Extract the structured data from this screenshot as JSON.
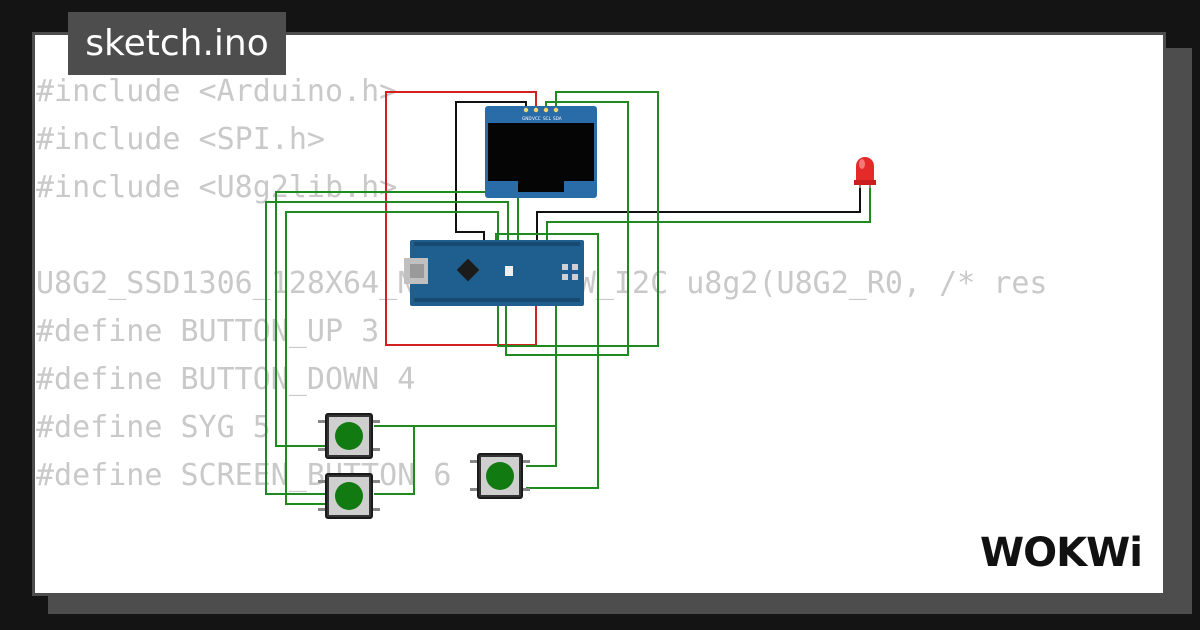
{
  "file_tab": {
    "label": "sketch.ino"
  },
  "code_lines": [
    "#include <Arduino.h>",
    "#include <SPI.h>",
    "#include <U8g2lib.h>",
    "",
    "U8G2_SSD1306_128X64_NONAME_F_HW_I2C u8g2(U8G2_R0, /* res",
    "#define BUTTON_UP 3",
    "#define BUTTON_DOWN 4",
    "#define SYG 5",
    "#define SCREEN_BUTTON 6"
  ],
  "oled": {
    "pin_labels": [
      "GND",
      "VCC",
      "SCL",
      "SDA"
    ]
  },
  "brand": {
    "logo_text": "WOKWi"
  },
  "colors": {
    "background": "#141414",
    "card_border": "#4d4d4d",
    "code_text": "#c9c9c9",
    "wire_red": "#d42020",
    "wire_green": "#1f8a1f",
    "wire_black": "#111111",
    "board_blue": "#1f5f8f",
    "oled_blue": "#2a6ca8",
    "button_green": "#117a11",
    "led_red": "#e52a2a"
  }
}
